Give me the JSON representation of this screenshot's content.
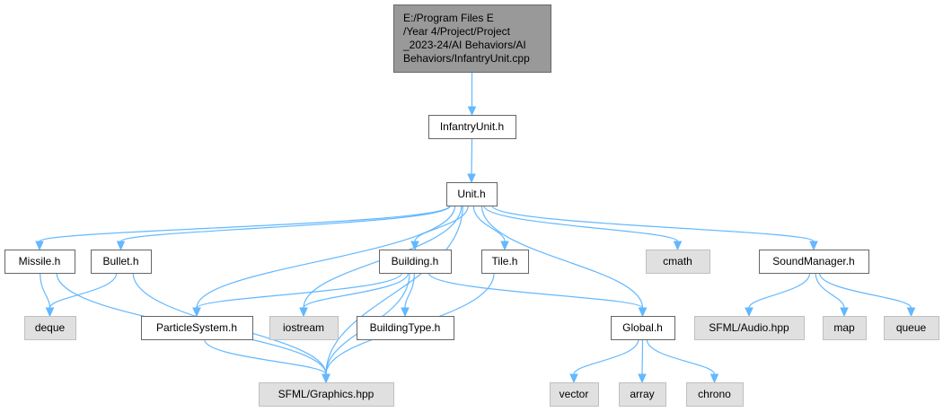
{
  "colors": {
    "root_fill": "#999999",
    "root_stroke": "#666666",
    "file_fill": "#ffffff",
    "file_stroke": "#666666",
    "system_fill": "#e0e0e0",
    "system_stroke": "#bfbfbf",
    "edge": "#63b8ff"
  },
  "nodes": [
    {
      "id": "root",
      "kind": "root",
      "lines": [
        "E:/Program Files E",
        "/Year 4/Project/Project",
        "_2023-24/AI Behaviors/AI",
        "Behaviors/InfantryUnit.cpp"
      ]
    },
    {
      "id": "infantryunit_h",
      "kind": "file",
      "lines": [
        "InfantryUnit.h"
      ]
    },
    {
      "id": "unit_h",
      "kind": "file",
      "lines": [
        "Unit.h"
      ]
    },
    {
      "id": "missile_h",
      "kind": "file",
      "lines": [
        "Missile.h"
      ]
    },
    {
      "id": "bullet_h",
      "kind": "file",
      "lines": [
        "Bullet.h"
      ]
    },
    {
      "id": "building_h",
      "kind": "file",
      "lines": [
        "Building.h"
      ]
    },
    {
      "id": "tile_h",
      "kind": "file",
      "lines": [
        "Tile.h"
      ]
    },
    {
      "id": "cmath",
      "kind": "system",
      "lines": [
        "cmath"
      ]
    },
    {
      "id": "soundmanager_h",
      "kind": "file",
      "lines": [
        "SoundManager.h"
      ]
    },
    {
      "id": "deque",
      "kind": "system",
      "lines": [
        "deque"
      ]
    },
    {
      "id": "particlesystem_h",
      "kind": "file",
      "lines": [
        "ParticleSystem.h"
      ]
    },
    {
      "id": "iostream",
      "kind": "system",
      "lines": [
        "iostream"
      ]
    },
    {
      "id": "buildingtype_h",
      "kind": "file",
      "lines": [
        "BuildingType.h"
      ]
    },
    {
      "id": "global_h",
      "kind": "file",
      "lines": [
        "Global.h"
      ]
    },
    {
      "id": "sfml_audio",
      "kind": "system",
      "lines": [
        "SFML/Audio.hpp"
      ]
    },
    {
      "id": "map",
      "kind": "system",
      "lines": [
        "map"
      ]
    },
    {
      "id": "queue",
      "kind": "system",
      "lines": [
        "queue"
      ]
    },
    {
      "id": "sfml_graphics",
      "kind": "system",
      "lines": [
        "SFML/Graphics.hpp"
      ]
    },
    {
      "id": "vector",
      "kind": "system",
      "lines": [
        "vector"
      ]
    },
    {
      "id": "array",
      "kind": "system",
      "lines": [
        "array"
      ]
    },
    {
      "id": "chrono",
      "kind": "system",
      "lines": [
        "chrono"
      ]
    }
  ],
  "edges": [
    {
      "from": "root",
      "to": "infantryunit_h"
    },
    {
      "from": "infantryunit_h",
      "to": "unit_h"
    },
    {
      "from": "unit_h",
      "to": "missile_h"
    },
    {
      "from": "unit_h",
      "to": "bullet_h"
    },
    {
      "from": "unit_h",
      "to": "building_h"
    },
    {
      "from": "unit_h",
      "to": "tile_h"
    },
    {
      "from": "unit_h",
      "to": "cmath"
    },
    {
      "from": "unit_h",
      "to": "soundmanager_h"
    },
    {
      "from": "unit_h",
      "to": "particlesystem_h"
    },
    {
      "from": "unit_h",
      "to": "iostream"
    },
    {
      "from": "unit_h",
      "to": "global_h"
    },
    {
      "from": "unit_h",
      "to": "sfml_graphics"
    },
    {
      "from": "missile_h",
      "to": "deque"
    },
    {
      "from": "missile_h",
      "to": "sfml_graphics"
    },
    {
      "from": "bullet_h",
      "to": "deque"
    },
    {
      "from": "bullet_h",
      "to": "sfml_graphics"
    },
    {
      "from": "building_h",
      "to": "particlesystem_h"
    },
    {
      "from": "building_h",
      "to": "iostream"
    },
    {
      "from": "building_h",
      "to": "buildingtype_h"
    },
    {
      "from": "building_h",
      "to": "global_h"
    },
    {
      "from": "building_h",
      "to": "sfml_graphics"
    },
    {
      "from": "tile_h",
      "to": "sfml_graphics"
    },
    {
      "from": "particlesystem_h",
      "to": "sfml_graphics"
    },
    {
      "from": "global_h",
      "to": "vector"
    },
    {
      "from": "global_h",
      "to": "array"
    },
    {
      "from": "global_h",
      "to": "chrono"
    },
    {
      "from": "soundmanager_h",
      "to": "sfml_audio"
    },
    {
      "from": "soundmanager_h",
      "to": "map"
    },
    {
      "from": "soundmanager_h",
      "to": "queue"
    }
  ]
}
